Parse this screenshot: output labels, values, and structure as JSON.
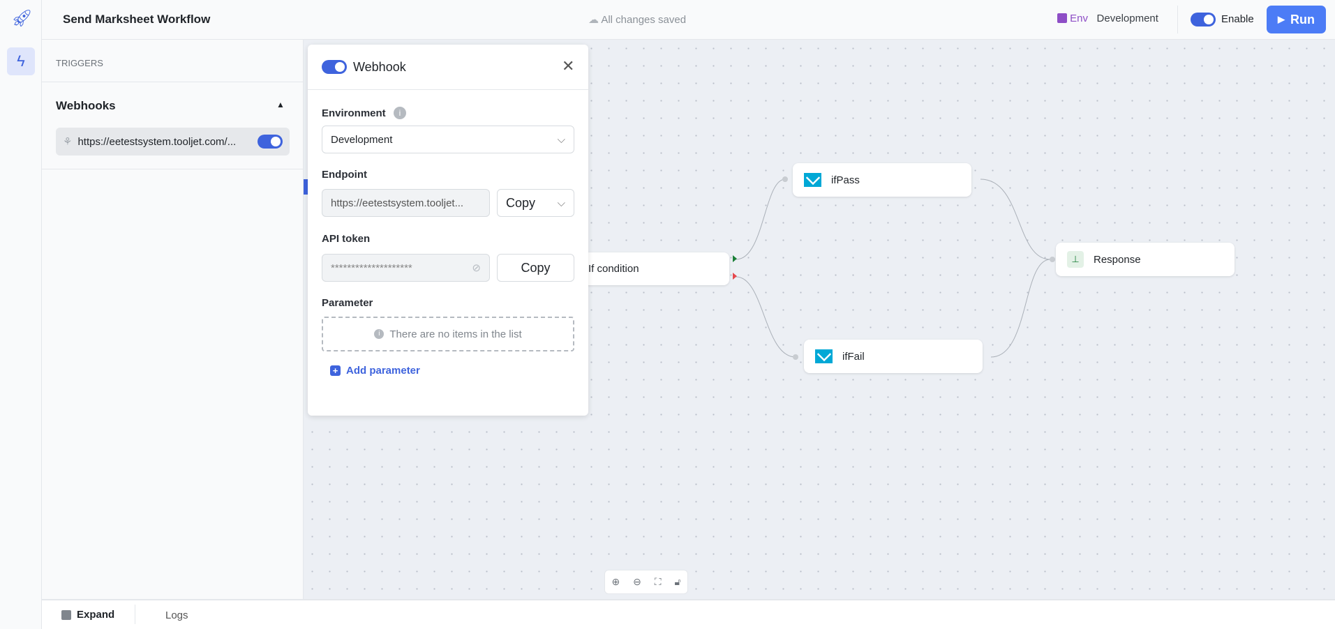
{
  "header": {
    "title": "Send Marksheet Workflow",
    "save_status": "All changes saved",
    "env_label": "Env",
    "env_value": "Development",
    "enable_label": "Enable",
    "run_label": "Run",
    "enabled": true
  },
  "sidebar": {
    "section": "TRIGGERS",
    "group": "Webhooks",
    "webhook_url": "https://eetestsystem.tooljet.com/...",
    "webhook_enabled": true
  },
  "panel": {
    "title": "Webhook",
    "enabled": true,
    "environment_label": "Environment",
    "environment_value": "Development",
    "endpoint_label": "Endpoint",
    "endpoint_value": "https://eetestsystem.tooljet...",
    "endpoint_copy": "Copy",
    "token_label": "API token",
    "token_value": "********************",
    "token_copy": "Copy",
    "parameter_label": "Parameter",
    "empty_text": "There are no items in the list",
    "add_parameter": "Add parameter"
  },
  "nodes": {
    "if": "If condition",
    "pass": "ifPass",
    "fail": "ifFail",
    "response": "Response"
  },
  "bottom": {
    "expand": "Expand",
    "logs": "Logs"
  },
  "colors": {
    "accent": "#3e63dd",
    "run": "#4c7cf6",
    "env": "#8e4ec6",
    "pass": "#1a7f37",
    "fail": "#e5484d"
  }
}
